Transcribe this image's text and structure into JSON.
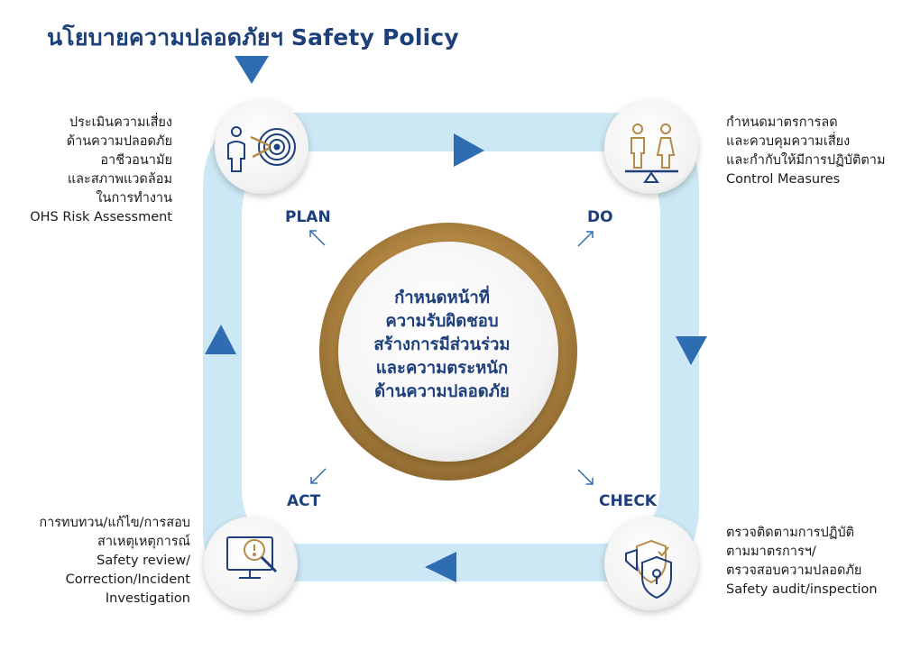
{
  "title": "นโยบายความปลอดภัยฯ Safety Policy",
  "center_lines": [
    "กำหนดหน้าที่",
    "ความรับผิดชอบ",
    "สร้างการมีส่วนร่วม",
    "และความตระหนัก",
    "ด้านความปลอดภัย"
  ],
  "stages": {
    "plan": "PLAN",
    "do": "DO",
    "check": "CHECK",
    "act": "ACT"
  },
  "descriptions": {
    "plan": [
      "ประเมินความเสี่ยง",
      "ด้านความปลอดภัย",
      "อาชีวอนามัย",
      "และสภาพแวดล้อม",
      "ในการทำงาน",
      "OHS Risk Assessment"
    ],
    "do": [
      "กำหนดมาตรการลด",
      "และควบคุมความเสี่ยง",
      "และกำกับให้มีการปฏิบัติตาม",
      "Control Measures"
    ],
    "check": [
      "ตรวจติดตามการปฏิบัติ",
      "ตามมาตรการฯ/",
      "ตรวจสอบความปลอดภัย",
      "Safety audit/inspection"
    ],
    "act": [
      "การทบทวน/แก้ไข/การสอบ",
      "สาเหตุเหตุการณ์",
      "Safety review/",
      "Correction/Incident",
      "Investigation"
    ]
  },
  "icons": {
    "plan": "person-target-icon",
    "do": "balance-people-icon",
    "check": "security-shields-icon",
    "act": "warning-magnifier-monitor-icon"
  },
  "colors": {
    "navy": "#1d3f7a",
    "loop": "#cce8f4",
    "gold": "#b58b49",
    "arrow": "#2f6db3"
  }
}
